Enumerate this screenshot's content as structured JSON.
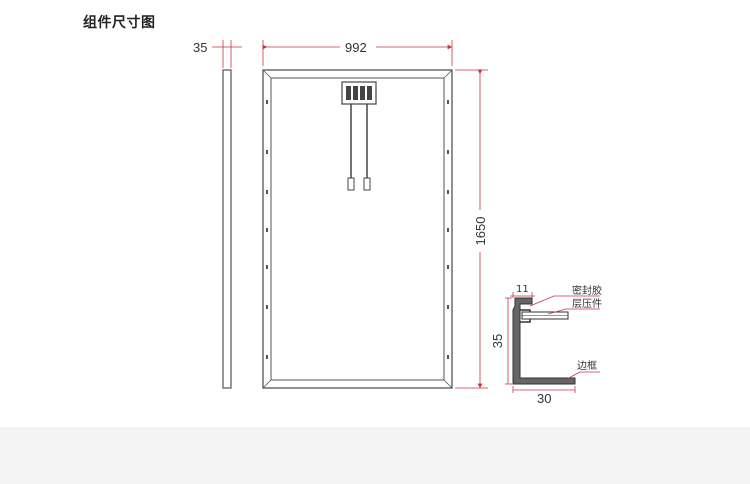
{
  "heading": "组件尺寸图",
  "dimensions": {
    "width": "992",
    "height": "1650",
    "thickness": "35",
    "profile_height": "35",
    "profile_width": "30",
    "lip": "11"
  },
  "callouts": {
    "sealant": "密封胶",
    "laminate": "层压件",
    "frame": "边框"
  },
  "colors": {
    "dimension_line": "#c8344a",
    "frame_stroke": "#555555",
    "background_band": "#f3f3f3"
  }
}
